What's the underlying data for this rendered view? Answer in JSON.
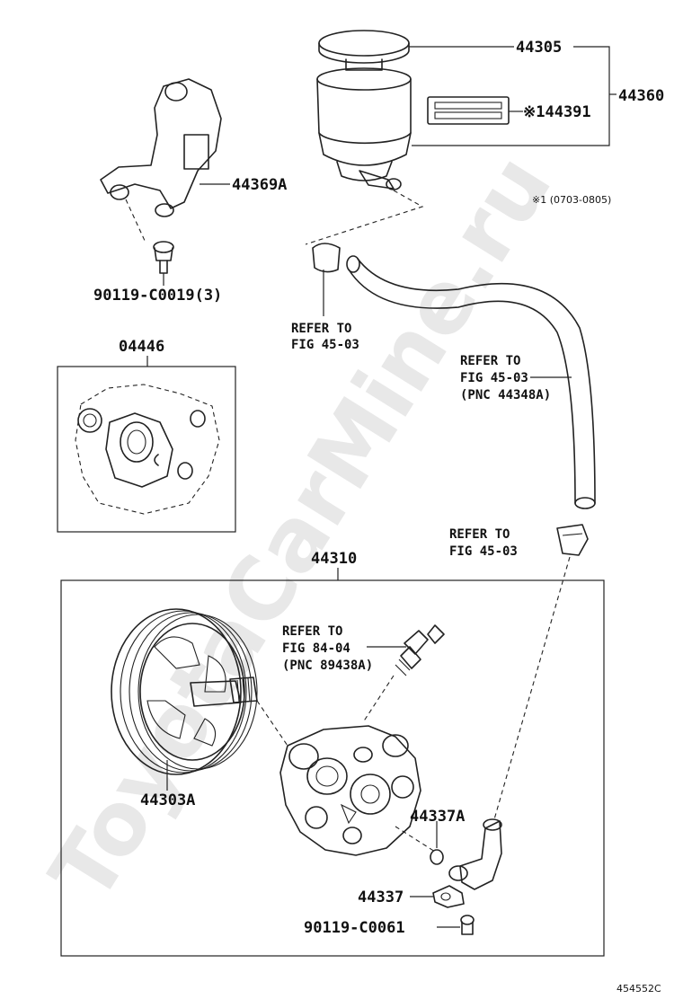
{
  "watermark": "ToyotaCarMine.ru",
  "labels": {
    "p44305": "44305",
    "p44360": "44360",
    "p144391": "※144391",
    "p44369A": "44369A",
    "note1": "※1 (0703-0805)",
    "bolt1": "90119-C0019(3)",
    "refer_a_l1": "REFER TO",
    "refer_a_l2": "FIG 45-03",
    "refer_b_l1": "REFER TO",
    "refer_b_l2": "FIG 45-03",
    "refer_b_l3": "(PNC 44348A)",
    "p04446": "04446",
    "refer_c_l1": "REFER TO",
    "refer_c_l2": "FIG 45-03",
    "p44310": "44310",
    "refer_d_l1": "REFER TO",
    "refer_d_l2": "FIG 84-04",
    "refer_d_l3": "(PNC 89438A)",
    "p44303A": "44303A",
    "p44337A": "44337A",
    "p44337": "44337",
    "bolt2": "90119-C0061",
    "diagram_id": "454552C"
  }
}
